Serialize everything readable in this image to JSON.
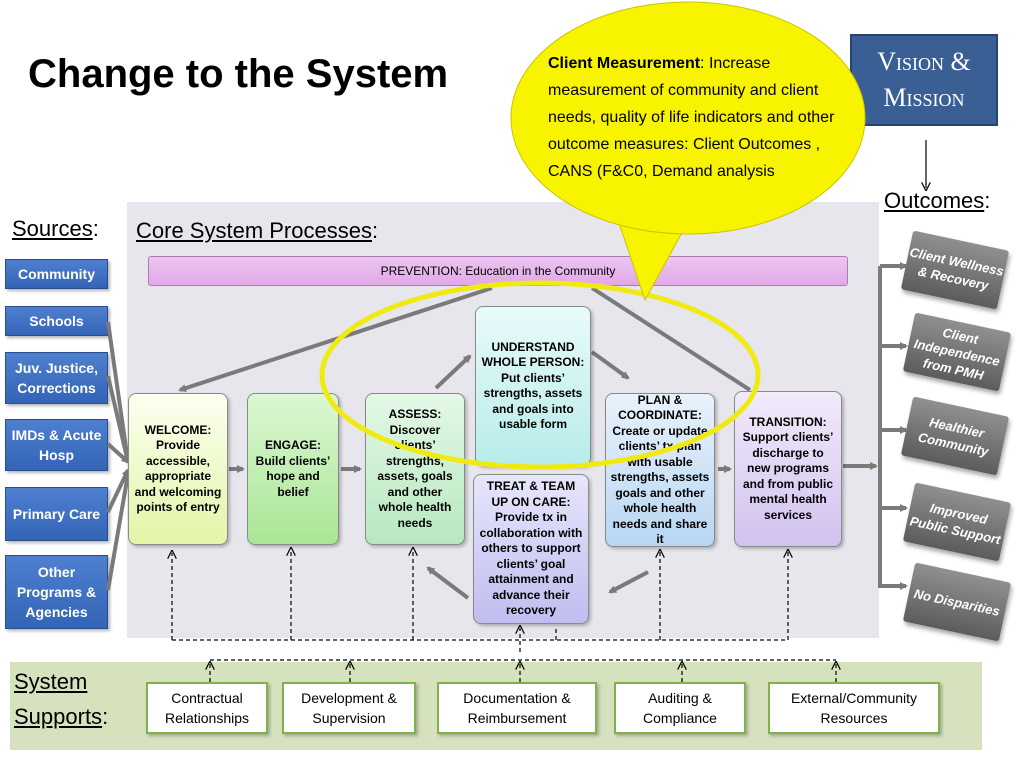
{
  "title": "Change to the System",
  "vision": {
    "line1": "Vision &",
    "line2": "Mission"
  },
  "outcomes_label": "Outcomes",
  "sources_label": "Sources",
  "core_label": "Core System Processes",
  "supports_label": {
    "line1": "System",
    "line2": "Supports"
  },
  "colon": ":",
  "bubble": {
    "bold": "Client Measurement",
    "text": ": Increase measurement of community and client needs, quality of life indicators and other outcome measures: Client Outcomes , CANS (F&C0, Demand analysis"
  },
  "prevention": "PREVENTION:  Education in the Community",
  "sources": [
    "Community",
    "Schools",
    "Juv. Justice, Corrections",
    "IMDs & Acute Hosp",
    "Primary Care",
    "Other Programs & Agencies"
  ],
  "processes": {
    "welcome": "WELCOME: Provide accessible, appropriate and welcoming points of entry",
    "engage": "ENGAGE: Build clients’ hope and belief",
    "assess": "ASSESS: Discover clients’ strengths, assets, goals and other whole health needs",
    "understand": "UNDERSTAND WHOLE PERSON: Put clients’ strengths, assets and goals into usable form",
    "treat": "TREAT & TEAM UP ON CARE: Provide tx in collaboration with others to support clients’ goal attainment and advance their recovery",
    "plan": "PLAN & COORDINATE: Create or update clients’ tx plan with usable strengths, assets goals and other whole health needs and share it",
    "transition": "TRANSITION: Support clients’ discharge to new programs and from public mental health services"
  },
  "outcomes": [
    "Client Wellness & Recovery",
    "Client Independence from PMH",
    "Healthier Community",
    "Improved Public Support",
    "No Disparities"
  ],
  "supports": [
    "Contractual Relationships",
    "Development & Supervision",
    "Documentation & Reimbursement",
    "Auditing & Compliance",
    "External/Community Resources"
  ],
  "colors": {
    "accent_blue": "#3a5f95",
    "bubble_yellow": "#f8f400",
    "highlight_ellipse": "#f0ea10",
    "supports_green": "#d6e1be"
  }
}
